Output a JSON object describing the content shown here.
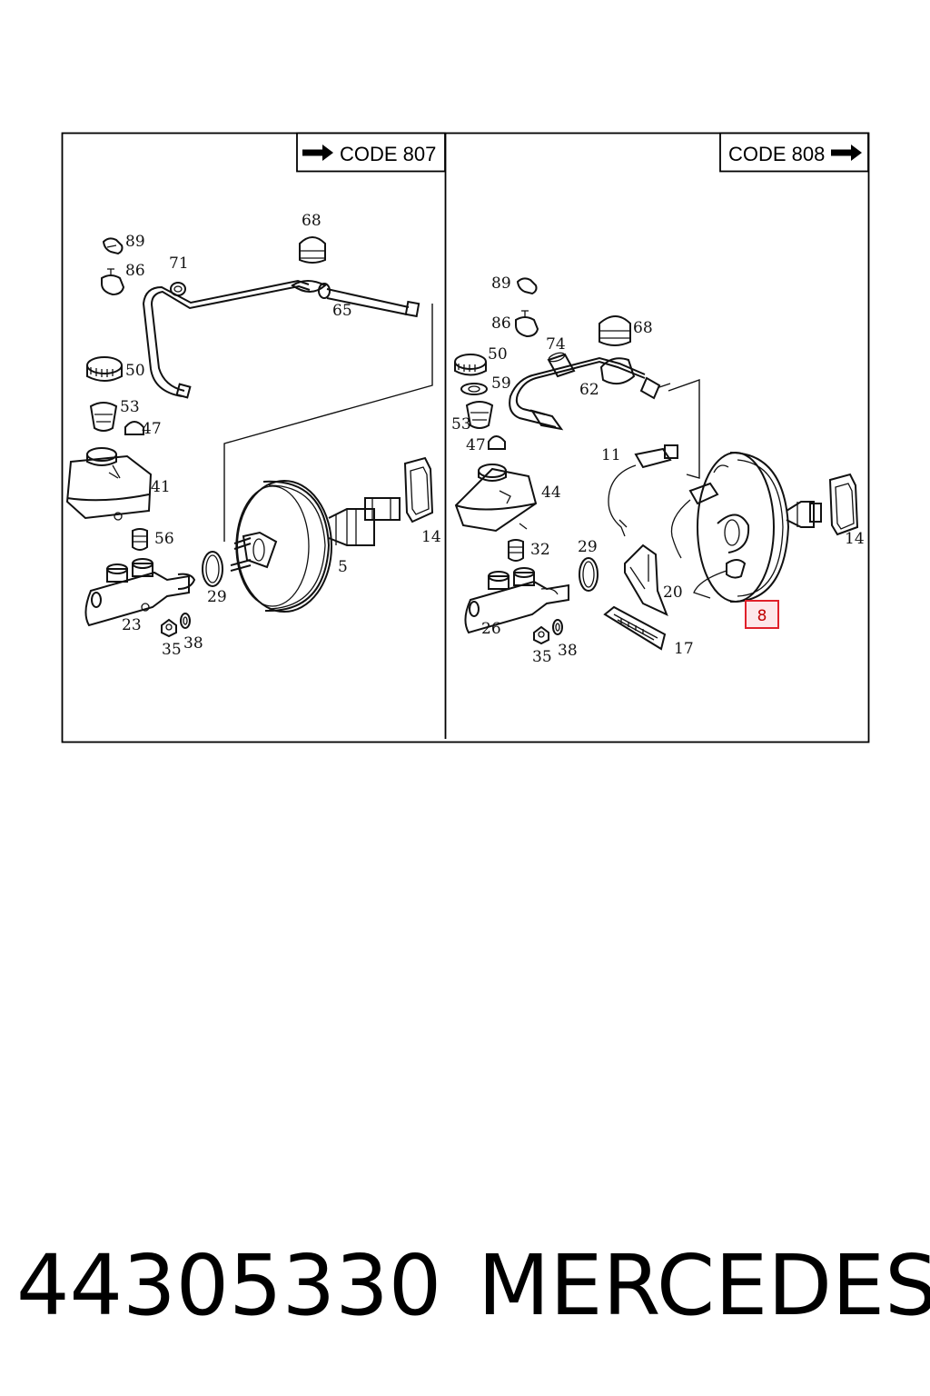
{
  "left_panel": {
    "code_label": "CODE 807",
    "callouts": {
      "p89": "89",
      "p86": "86",
      "p71": "71",
      "p68": "68",
      "p65": "65",
      "p50": "50",
      "p53": "53",
      "p47": "47",
      "p41": "41",
      "p56": "56",
      "p23": "23",
      "p29": "29",
      "p35": "35",
      "p38": "38",
      "p5": "5",
      "p14": "14"
    }
  },
  "right_panel": {
    "code_label": "CODE 808",
    "callouts": {
      "p89": "89",
      "p86": "86",
      "p74": "74",
      "p68": "68",
      "p50": "50",
      "p59": "59",
      "p62": "62",
      "p53": "53",
      "p47": "47",
      "p11": "11",
      "p44": "44",
      "p32": "32",
      "p29": "29",
      "p20": "20",
      "p26": "26",
      "p35": "35",
      "p38": "38",
      "p17": "17",
      "p14": "14",
      "p8": "8"
    }
  },
  "highlight": {
    "part": "8",
    "color": "#e0202a"
  },
  "footer": {
    "part_number": "44305330",
    "brand": "MERCEDES"
  }
}
